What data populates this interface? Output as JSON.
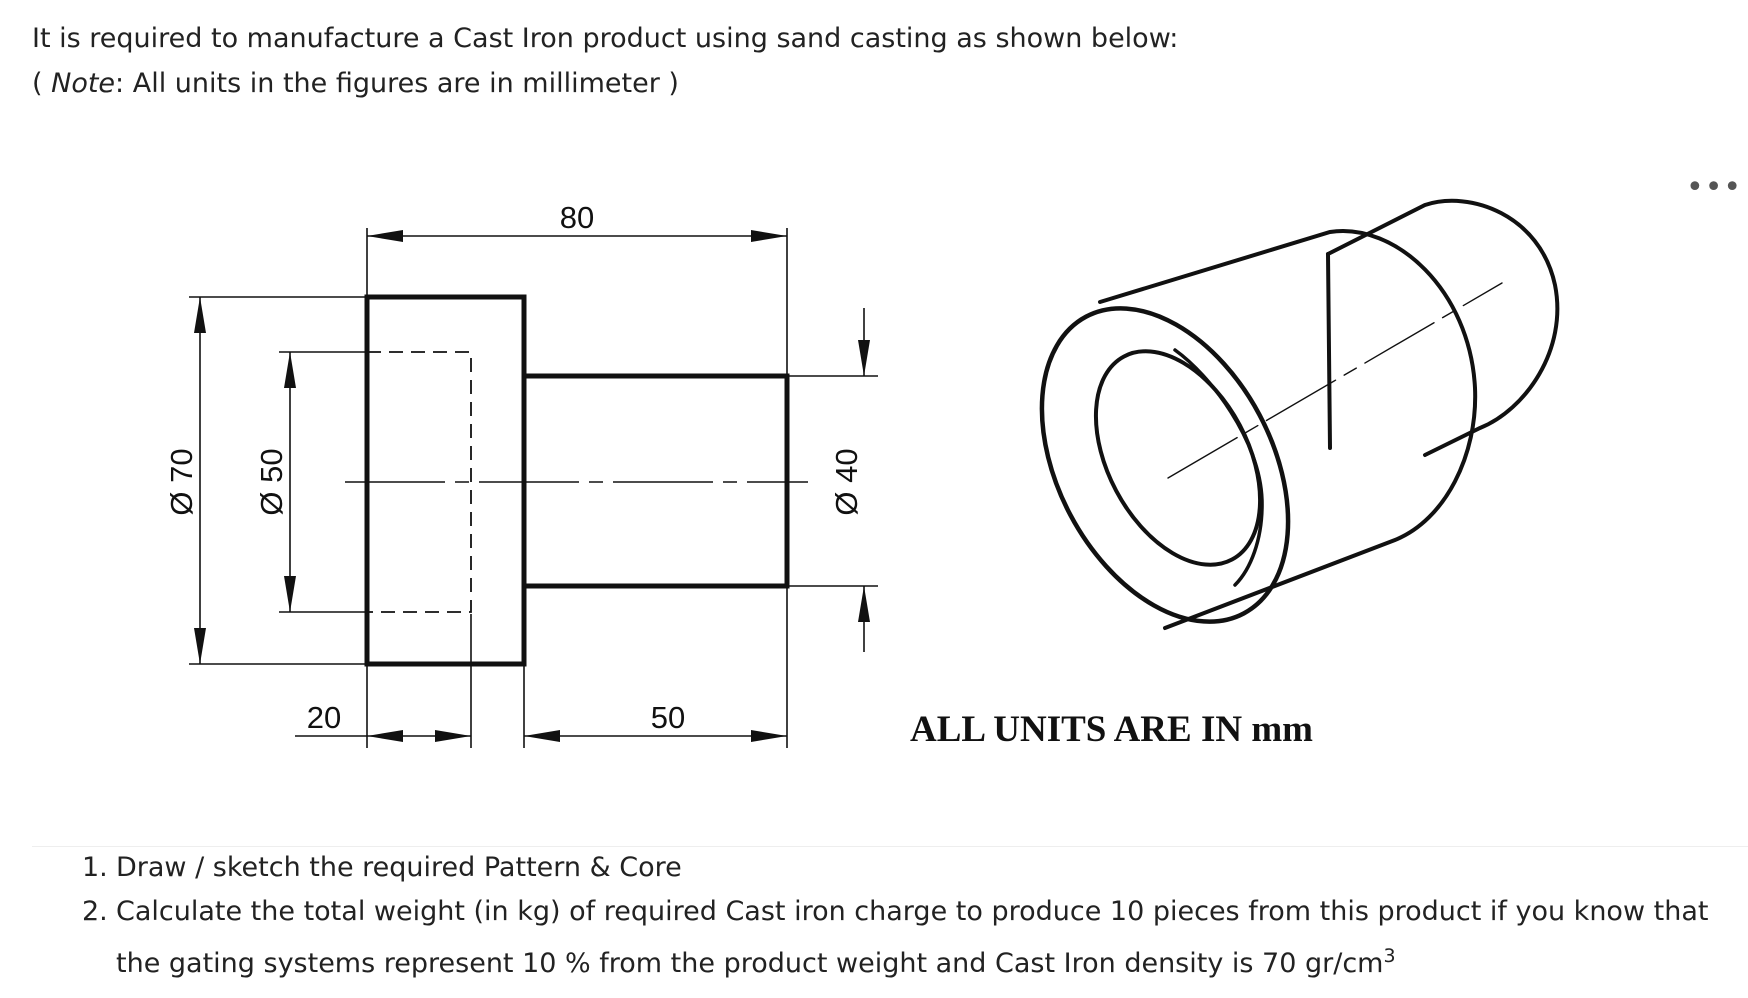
{
  "intro": {
    "line1": "It is required to manufacture a Cast Iron product using sand casting as shown below:",
    "note_open": "( ",
    "note_label": "Note",
    "note_text": ": All units in the figures are in millimeter )"
  },
  "drawing": {
    "dim_80": "80",
    "dim_20": "20",
    "dim_50": "50",
    "dim_phi70": "Ø 70",
    "dim_phi50": "Ø 50",
    "dim_phi40": "Ø 40",
    "units_note": "ALL UNITS ARE IN mm"
  },
  "more_menu_icon": "ellipsis-icon",
  "questions": [
    {
      "num": "1.",
      "text": "Draw / sketch the required Pattern & Core"
    },
    {
      "num": "2.",
      "text": "Calculate the total weight (in kg) of required Cast iron charge to produce 10 pieces from this product if you know that the gating systems represent 10 % from the product weight and Cast Iron density is 70 gr/cm",
      "sup": "3"
    }
  ]
}
